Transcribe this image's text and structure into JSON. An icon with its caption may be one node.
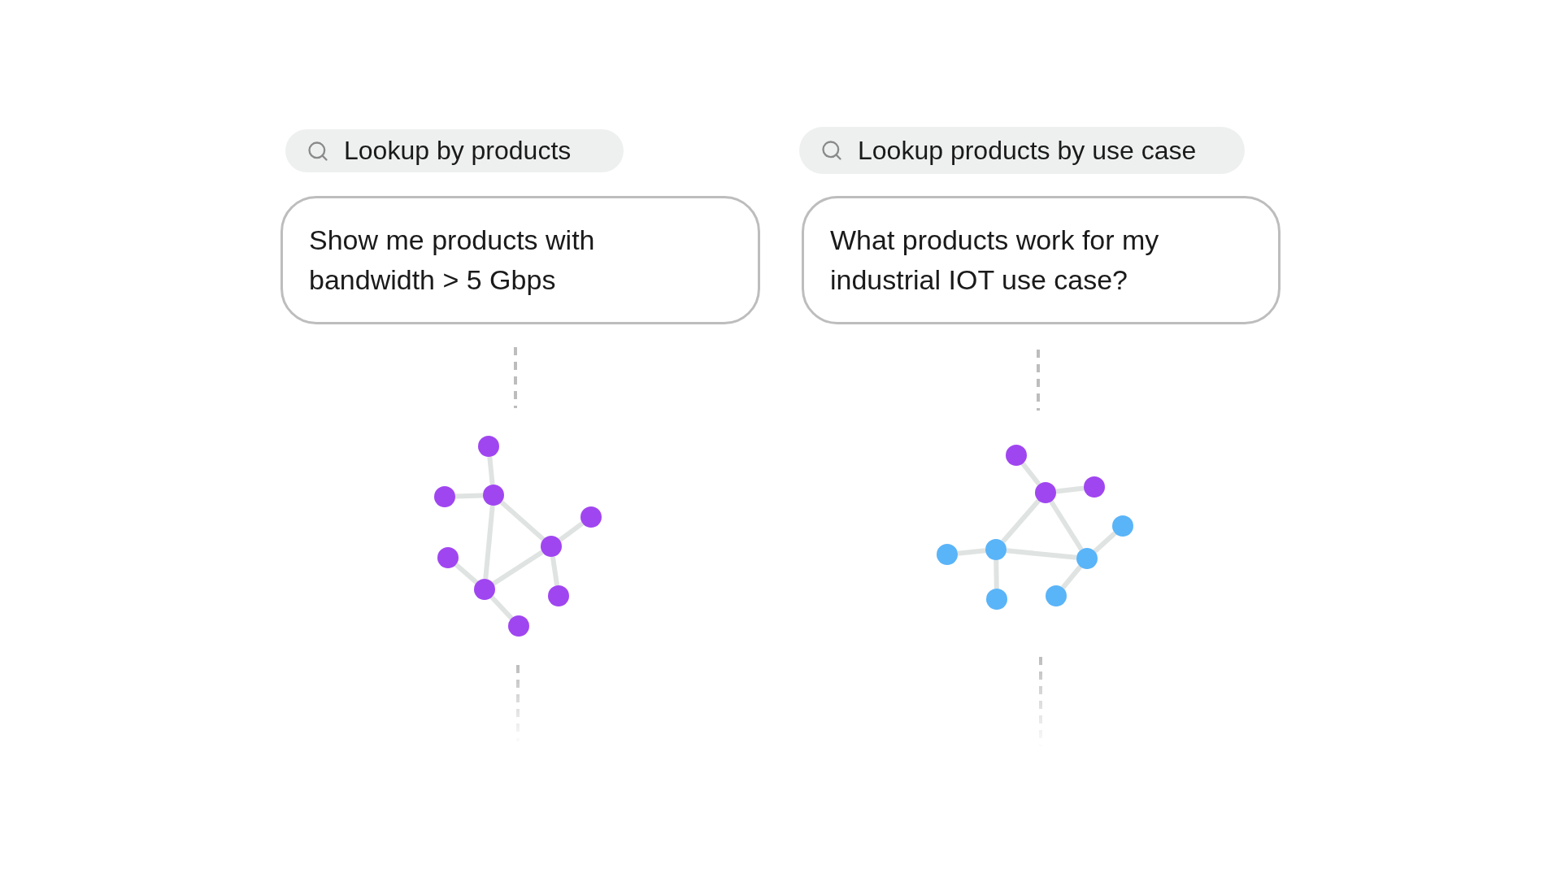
{
  "diagram": {
    "nodes": [
      {
        "text": [
          "Lookup by products"
        ]
      },
      {
        "text": [
          "Lookup products by use case"
        ]
      },
      {
        "text": [
          "Show me products with bandwidth > 5 Gbps"
        ]
      },
      {
        "text": [
          "What products work for my industrial IOT use case?"
        ]
      },
      {
        "text": [],
        "shape": "circle"
      },
      {
        "text": [],
        "shape": "circle"
      },
      {
        "text": [],
        "shape": "circle"
      },
      {
        "text": [],
        "shape": "circle"
      },
      {
        "text": [],
        "shape": "circle"
      },
      {
        "text": [],
        "shape": "circle"
      },
      {
        "text": [],
        "shape": "circle"
      },
      {
        "text": [],
        "shape": "circle"
      },
      {
        "text": [],
        "shape": "circle"
      },
      {
        "text": [],
        "shape": "circle"
      },
      {
        "text": [],
        "shape": "circle"
      },
      {
        "text": [],
        "shape": "circle"
      },
      {
        "text": [],
        "shape": "circle"
      },
      {
        "text": [],
        "shape": "circle"
      },
      {
        "text": [],
        "shape": "circle"
      },
      {
        "text": [],
        "shape": "circle"
      },
      {
        "text": [],
        "shape": "circle"
      },
      {
        "text": [],
        "shape": "circle"
      }
    ],
    "edges": [
      {
        "from": 4,
        "to": 5,
        "arrow": "none"
      },
      {
        "from": 6,
        "to": 5,
        "arrow": "none"
      },
      {
        "from": 5,
        "to": 8,
        "arrow": "none"
      },
      {
        "from": 5,
        "to": 10,
        "arrow": "none"
      },
      {
        "from": 8,
        "to": 7,
        "arrow": "none"
      },
      {
        "from": 8,
        "to": 10,
        "arrow": "none"
      },
      {
        "from": 8,
        "to": 11,
        "arrow": "none"
      },
      {
        "from": 9,
        "to": 10,
        "arrow": "none"
      },
      {
        "from": 10,
        "to": 12,
        "arrow": "none"
      },
      {
        "from": 13,
        "to": 15,
        "arrow": "none"
      },
      {
        "from": 15,
        "to": 14,
        "arrow": "none"
      },
      {
        "from": 15,
        "to": 17,
        "arrow": "none"
      },
      {
        "from": 15,
        "to": 19,
        "arrow": "none"
      },
      {
        "from": 17,
        "to": 18,
        "arrow": "none"
      },
      {
        "from": 17,
        "to": 19,
        "arrow": "none"
      },
      {
        "from": 17,
        "to": 21,
        "arrow": "none"
      },
      {
        "from": 19,
        "to": 16,
        "arrow": "none"
      },
      {
        "from": 19,
        "to": 20,
        "arrow": "none"
      }
    ]
  }
}
